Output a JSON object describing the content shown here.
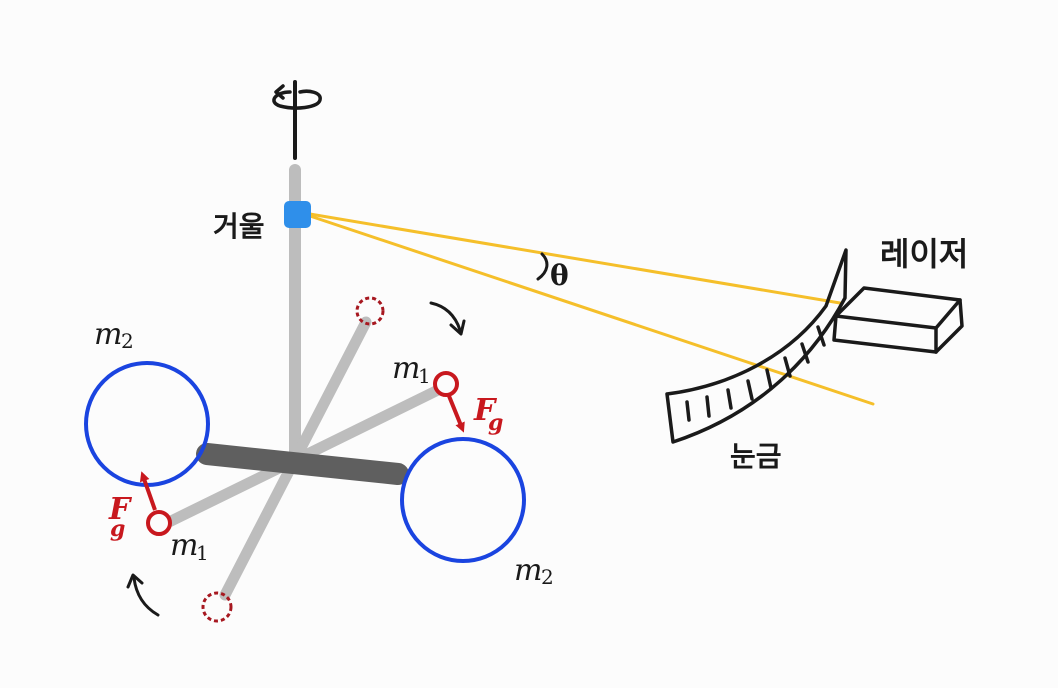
{
  "labels": {
    "mirror": "거울",
    "laser": "레이저",
    "scale": "눈금",
    "theta": "θ",
    "m1_top": {
      "base": "m",
      "sub": "1"
    },
    "m1_bottom": {
      "base": "m",
      "sub": "1"
    },
    "m2_left": {
      "base": "m",
      "sub": "2"
    },
    "m2_right": {
      "base": "m",
      "sub": "2"
    },
    "fg_right": {
      "base": "F",
      "sub": "g"
    },
    "fg_left": {
      "base": "F",
      "sub": "g"
    }
  },
  "colors": {
    "rod": "#bdbdbd",
    "bar": "#5f5f5f",
    "big_mass": "#1a44e0",
    "small_mass": "#c8181e",
    "mirror": "#2f8fea",
    "laser_beam": "#f5bf2a",
    "ink": "#1a1a1a"
  },
  "icons": {
    "rotation_top": "rotation-arrow-icon",
    "rotation_right": "curved-arrow-icon",
    "rotation_left": "curved-arrow-icon"
  }
}
